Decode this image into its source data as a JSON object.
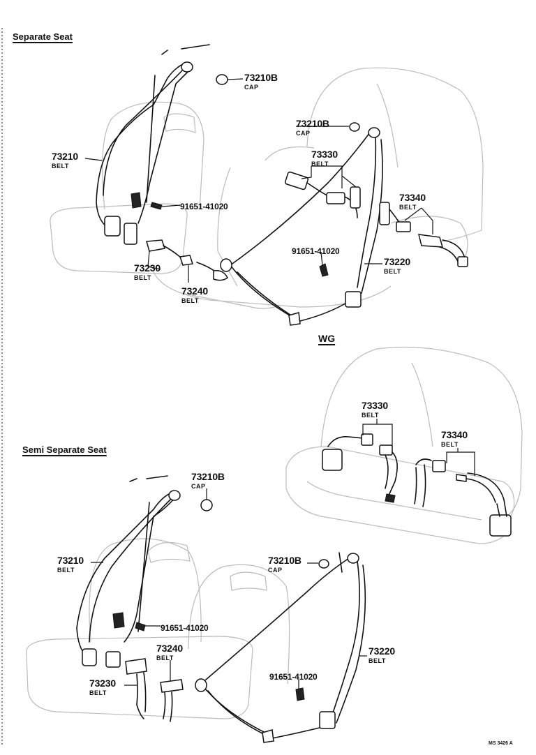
{
  "sections": {
    "separate_seat": "Separate Seat",
    "wg": "WG",
    "semi_separate_seat": "Semi Separate Seat"
  },
  "callouts": {
    "sep_cap_a": {
      "part": "73210B",
      "desc": "CAP"
    },
    "sep_cap_b": {
      "part": "73210B",
      "desc": "CAP"
    },
    "sep_front_belt": {
      "part": "73210",
      "desc": "BELT"
    },
    "sep_rear_center_belt": {
      "part": "73330",
      "desc": "BELT"
    },
    "sep_bolt_a": {
      "part": "91651-41020"
    },
    "sep_rear_side_belt": {
      "part": "73340",
      "desc": "BELT"
    },
    "sep_bolt_b": {
      "part": "91651-41020"
    },
    "sep_rear_belt": {
      "part": "73220",
      "desc": "BELT"
    },
    "sep_buckle_a": {
      "part": "73230",
      "desc": "BELT"
    },
    "sep_buckle_b": {
      "part": "73240",
      "desc": "BELT"
    },
    "wg_center_belt": {
      "part": "73330",
      "desc": "BELT"
    },
    "wg_side_belt": {
      "part": "73340",
      "desc": "BELT"
    },
    "semi_cap_a": {
      "part": "73210B",
      "desc": "CAP"
    },
    "semi_front_belt": {
      "part": "73210",
      "desc": "BELT"
    },
    "semi_cap_b": {
      "part": "73210B",
      "desc": "CAP"
    },
    "semi_bolt_a": {
      "part": "91651-41020"
    },
    "semi_buckle_b": {
      "part": "73240",
      "desc": "BELT"
    },
    "semi_rear_belt": {
      "part": "73220",
      "desc": "BELT"
    },
    "semi_bolt_b": {
      "part": "91651-41020"
    },
    "semi_buckle_a": {
      "part": "73230",
      "desc": "BELT"
    }
  },
  "footer_code": "MS 3426 A"
}
